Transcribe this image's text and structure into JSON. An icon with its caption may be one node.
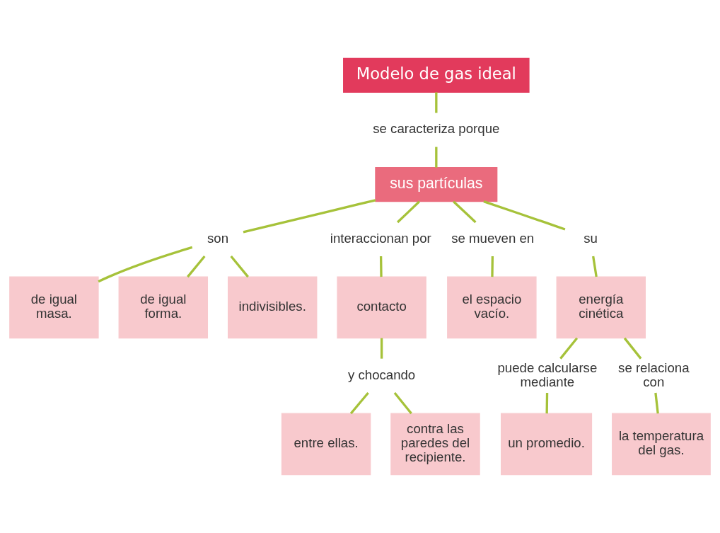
{
  "diagram": {
    "nodes": [
      {
        "text": [
          "Modelo de gas ideal"
        ]
      },
      {
        "text": [
          "se caracteriza porque"
        ]
      },
      {
        "text": [
          "sus partículas"
        ]
      },
      {
        "text": [
          "son"
        ]
      },
      {
        "text": [
          "de igual masa."
        ]
      },
      {
        "text": [
          "de igual forma."
        ]
      },
      {
        "text": [
          "indivisibles."
        ]
      },
      {
        "text": [
          "interaccionan por"
        ]
      },
      {
        "text": [
          "contacto"
        ]
      },
      {
        "text": [
          "y chocando"
        ]
      },
      {
        "text": [
          "entre ellas."
        ]
      },
      {
        "text": [
          "contra las paredes del recipiente."
        ]
      },
      {
        "text": [
          "se mueven en"
        ]
      },
      {
        "text": [
          "el espacio vacío."
        ]
      },
      {
        "text": [
          "su"
        ]
      },
      {
        "text": [
          "energía cinética"
        ]
      },
      {
        "text": [
          "puede calcularse mediante"
        ]
      },
      {
        "text": [
          "un promedio."
        ]
      },
      {
        "text": [
          "se relaciona con"
        ]
      },
      {
        "text": [
          "la temperatura del gas."
        ]
      }
    ],
    "edges": [
      {
        "from": 0,
        "to": 1,
        "arrow": "none"
      },
      {
        "from": 1,
        "to": 2,
        "arrow": "none"
      },
      {
        "from": 2,
        "to": 3,
        "arrow": "none"
      },
      {
        "from": 2,
        "to": 7,
        "arrow": "none"
      },
      {
        "from": 2,
        "to": 12,
        "arrow": "none"
      },
      {
        "from": 2,
        "to": 14,
        "arrow": "none"
      },
      {
        "from": 3,
        "to": 4,
        "arrow": "none"
      },
      {
        "from": 3,
        "to": 5,
        "arrow": "none"
      },
      {
        "from": 3,
        "to": 6,
        "arrow": "none"
      },
      {
        "from": 7,
        "to": 8,
        "arrow": "none"
      },
      {
        "from": 8,
        "to": 9,
        "arrow": "none"
      },
      {
        "from": 9,
        "to": 10,
        "arrow": "none"
      },
      {
        "from": 9,
        "to": 11,
        "arrow": "none"
      },
      {
        "from": 12,
        "to": 13,
        "arrow": "none"
      },
      {
        "from": 14,
        "to": 15,
        "arrow": "none"
      },
      {
        "from": 15,
        "to": 16,
        "arrow": "none"
      },
      {
        "from": 15,
        "to": 18,
        "arrow": "none"
      },
      {
        "from": 16,
        "to": 17,
        "arrow": "none"
      },
      {
        "from": 18,
        "to": 19,
        "arrow": "none"
      }
    ]
  }
}
